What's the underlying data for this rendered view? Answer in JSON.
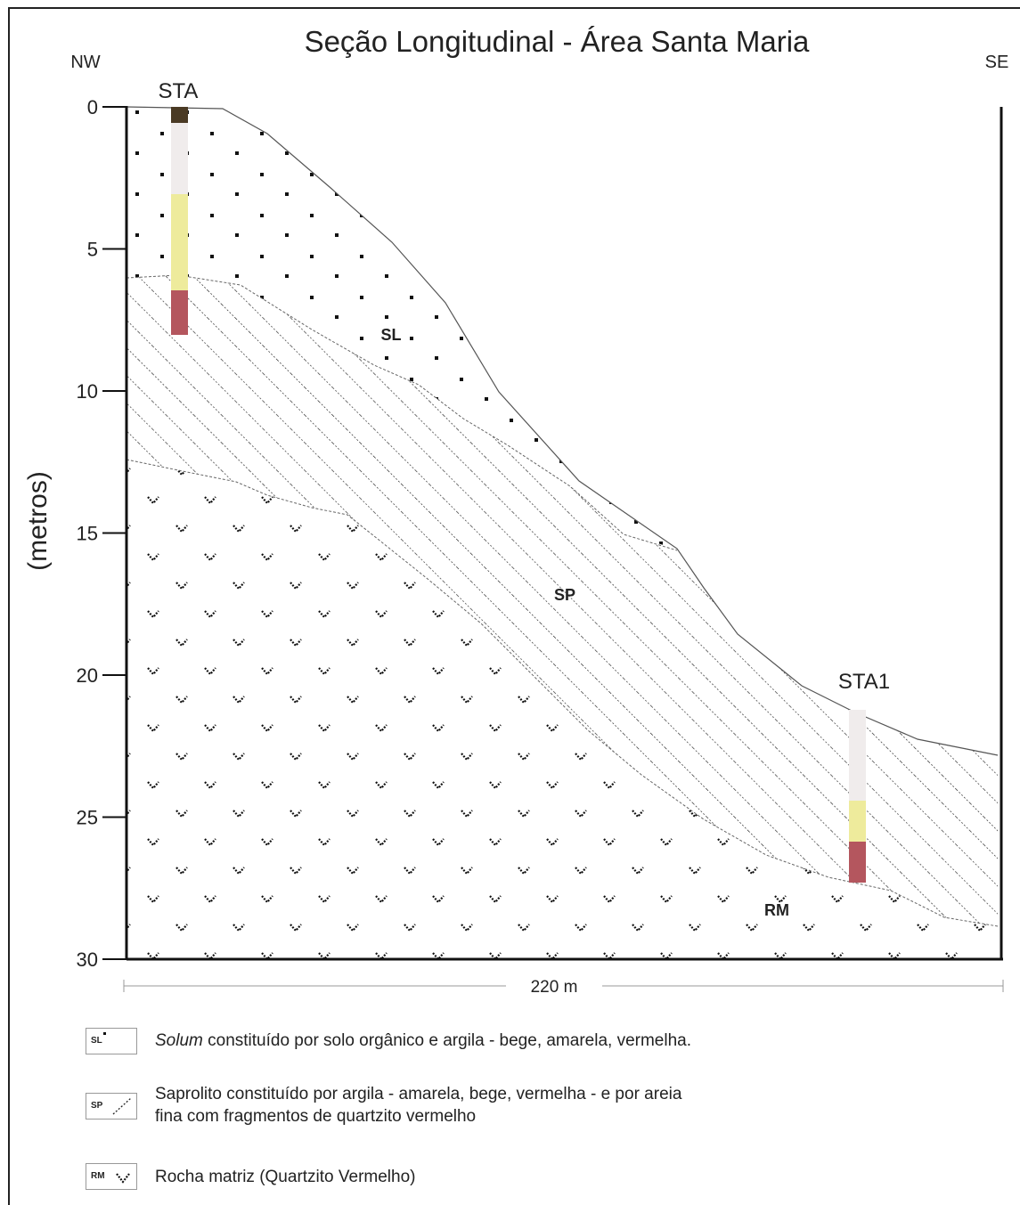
{
  "title": "Seção Longitudinal - Área Santa Maria",
  "directions": {
    "left": "NW",
    "right": "SE"
  },
  "y_axis": {
    "label": "(metros)",
    "ticks": [
      "0",
      "5",
      "10",
      "15",
      "20",
      "25",
      "30"
    ]
  },
  "wells": [
    {
      "name": "STA"
    },
    {
      "name": "STA1"
    }
  ],
  "zones": {
    "solum": "SL",
    "saprolito": "SP",
    "rocha": "RM"
  },
  "scale_label": "220 m",
  "legend": [
    {
      "code": "SL",
      "emph": "Solum",
      "text": " constituído por solo orgânico e argila - bege, amarela, vermelha."
    },
    {
      "code": "SP",
      "line1": "Saprolito constituído por argila - amarela, bege, vermelha - e por areia",
      "line2": "fina com fragmentos de quartzito vermelho"
    },
    {
      "code": "RM",
      "text": "Rocha matriz (Quartzito Vermelho)"
    }
  ],
  "colors": {
    "organic": "#4a3a24",
    "clay_beige": "#f0ecec",
    "clay_yellow": "#eeeb9c",
    "clay_red": "#b4565e"
  }
}
